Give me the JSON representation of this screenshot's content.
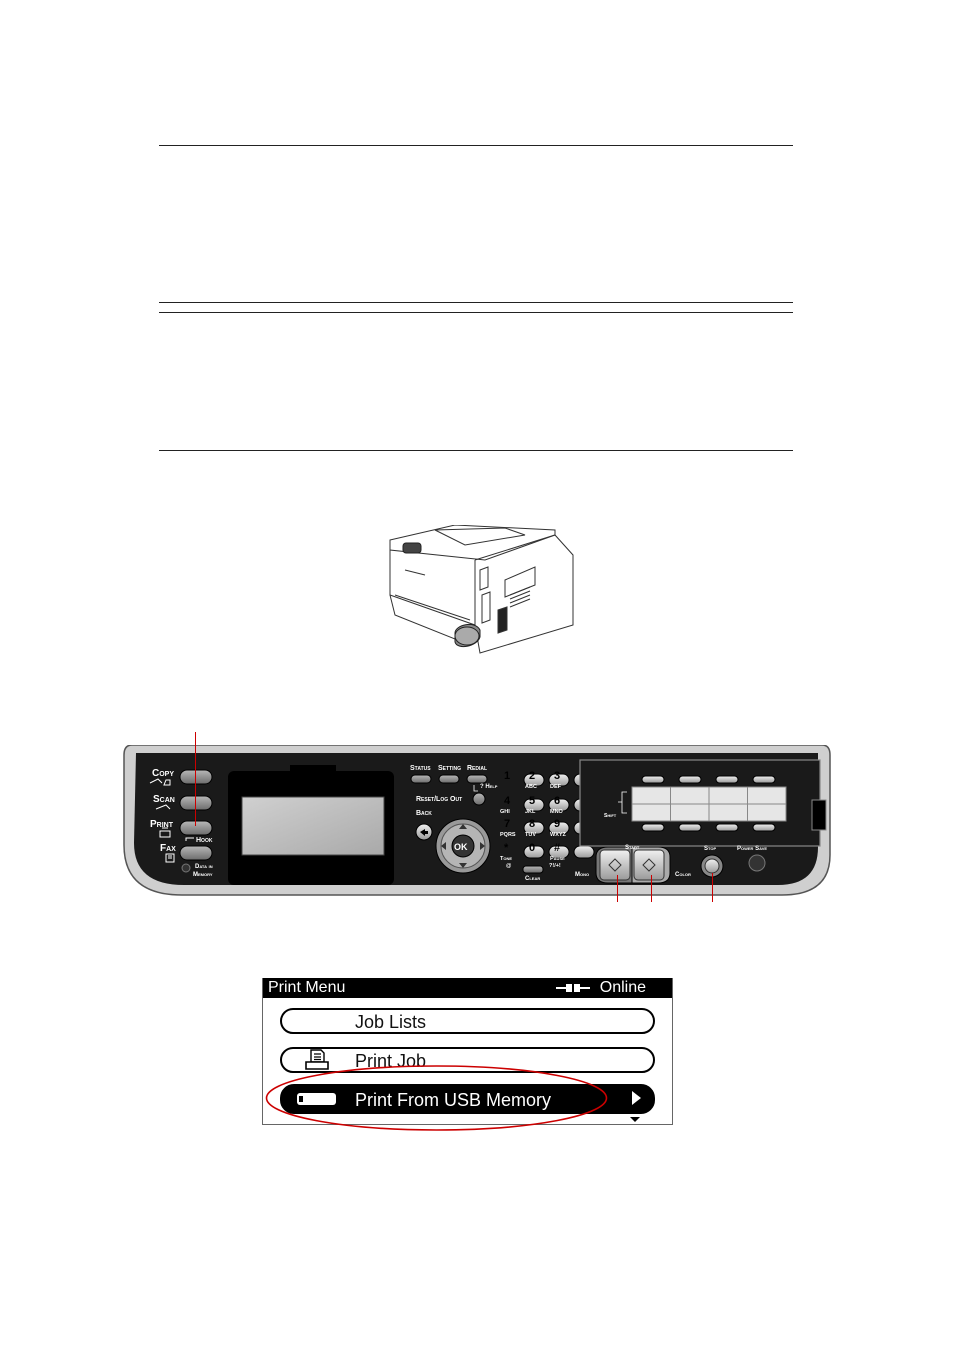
{
  "panel": {
    "left_buttons": [
      "Copy",
      "Scan",
      "Print",
      "Fax"
    ],
    "hook_label": "Hook",
    "data_in_memory": [
      "Data in",
      "Memory"
    ],
    "top_keys": [
      "Status",
      "Setting",
      "Redial"
    ],
    "help_label": "? Help",
    "reset_label": "Reset/Log Out",
    "back_label": "Back",
    "ok_label": "OK",
    "keypad": [
      {
        "key": "1",
        "sub": ""
      },
      {
        "key": "2",
        "sub": "ABC"
      },
      {
        "key": "3",
        "sub": "DEF"
      },
      {
        "key": "4",
        "sub": "GHI"
      },
      {
        "key": "5",
        "sub": "JKL"
      },
      {
        "key": "6",
        "sub": "MNO"
      },
      {
        "key": "7",
        "sub": "PQRS"
      },
      {
        "key": "8",
        "sub": "TUV"
      },
      {
        "key": "9",
        "sub": "WXYZ"
      },
      {
        "key": "*",
        "sub": "Tone"
      },
      {
        "key": "0",
        "sub": ""
      },
      {
        "key": "#",
        "sub": "Pause"
      }
    ],
    "tone_sub": "@",
    "pause_sub": "?!/+!",
    "clear_label": "Clear",
    "start_label": "Start",
    "mono_label": "Mono",
    "color_label": "Color",
    "stop_label": "Stop",
    "power_save_label": "Power Save",
    "shift_label": "Shift"
  },
  "lcd": {
    "title": "Print Menu",
    "status": "Online",
    "items": [
      {
        "label": "Job Lists",
        "icon": "none",
        "selected": false
      },
      {
        "label": "Print Job",
        "icon": "print-job-icon",
        "selected": false
      },
      {
        "label": "Print From USB Memory",
        "icon": "usb-memory-icon",
        "selected": true
      }
    ]
  },
  "colors": {
    "callout": "#cc0000",
    "panel_dark": "#1a1a1a",
    "lcd_black": "#000000"
  }
}
